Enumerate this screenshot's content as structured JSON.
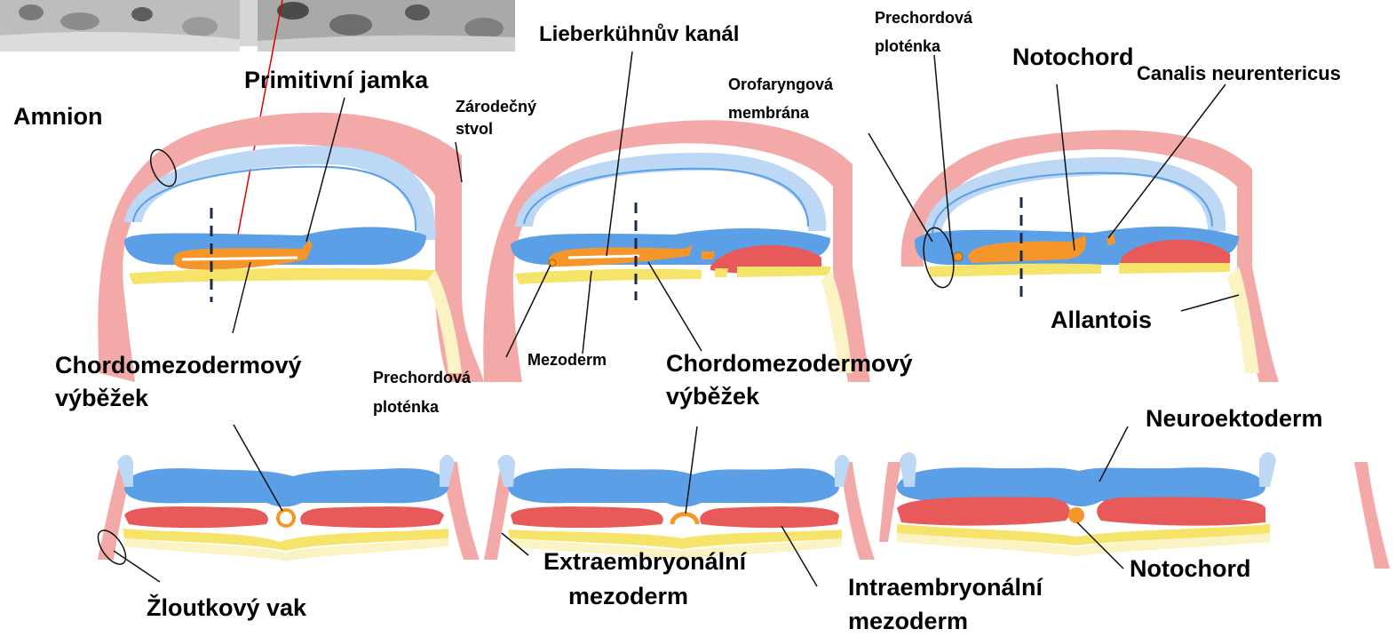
{
  "colors": {
    "amnion": "#f4a9a9",
    "ectoderm": "#5b9fe6",
    "ectoderm_light": "#bcd8f5",
    "mesoderm": "#e85a5a",
    "notochord": "#f5962a",
    "endoderm": "#f6e36a",
    "yolk_light": "#fbf3c4",
    "leader": "#111111",
    "marker_line": "#e00000"
  },
  "photo": {
    "icon": "micrograph-strip"
  },
  "labels": {
    "primitivni_jamka": "Primitivní jamka",
    "amnion": "Amnion",
    "zarodecny_stvol_1": "Zárodečný",
    "zarodecny_stvol_2": "stvol",
    "lieberkuhnuv_kanal": "Lieberkühnův kanál",
    "prechordova_top_1": "Prechordová",
    "prechordova_top_2": "ploténka",
    "notochord_top": "Notochord",
    "orofaryngova_1": "Orofaryngová",
    "orofaryngova_2": "membrána",
    "canalis": "Canalis neurentericus",
    "allantois": "Allantois",
    "chordomezo_left_1": "Chordomezodermový",
    "chordomezo_left_2": "výběžek",
    "prechordova_mid_1": "Prechordová",
    "prechordova_mid_2": "ploténka",
    "mezoderm": "Mezoderm",
    "chordomezo_mid_1": "Chordomezodermový",
    "chordomezo_mid_2": "výběžek",
    "neuroektoderm": "Neuroektoderm",
    "notochord_bottom": "Notochord",
    "extraembryonalni_1": "Extraembryonální",
    "extraembryonalni_2": "mezoderm",
    "intraembryonalni_1": "Intraembryonální",
    "intraembryonalni_2": "mezoderm",
    "zloutkovy_vak": "Žloutkový vak"
  }
}
